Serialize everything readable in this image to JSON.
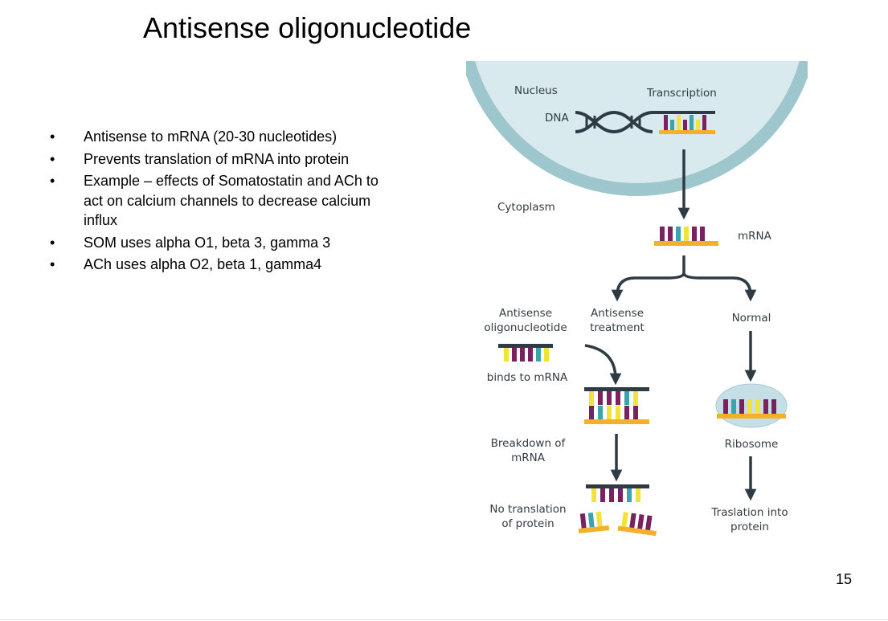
{
  "slide": {
    "title": "Antisense oligonucleotide",
    "page_number": "15",
    "bullets": [
      "Antisense to mRNA (20-30 nucleotides)",
      "Prevents translation of mRNA into protein",
      "Example – effects of Somatostatin and ACh to act on calcium channels to decrease calcium influx",
      "SOM uses alpha O1, beta 3, gamma 3",
      "ACh uses alpha O2, beta 1, gamma4"
    ]
  },
  "diagram": {
    "nucleus_label": "Nucleus",
    "transcription_label": "Transcription",
    "dna_label": "DNA",
    "cytoplasm_label": "Cytoplasm",
    "mrna_label": "mRNA",
    "antisense_oligo_label_1": "Antisense",
    "antisense_oligo_label_2": "oligonucleotide",
    "antisense_treatment_label_1": "Antisense",
    "antisense_treatment_label_2": "treatment",
    "normal_label": "Normal",
    "binds_label": "binds to mRNA",
    "breakdown_label_1": "Breakdown of",
    "breakdown_label_2": "mRNA",
    "ribosome_label": "Ribosome",
    "no_translation_label_1": "No translation",
    "no_translation_label_2": "of protein",
    "translation_label_1": "Traslation into",
    "translation_label_2": "protein",
    "colors": {
      "nucleus_rim": "#9ec6cd",
      "nucleus_fill": "#d8eaee",
      "arrow": "#2e3b44",
      "backbone_orange": "#f2b02b",
      "backbone_dark": "#2e3b44",
      "base_purple": "#7a2260",
      "base_teal": "#3aa3ad",
      "base_yellow": "#f1e33a",
      "ribosome": "#c6dfe6"
    }
  }
}
